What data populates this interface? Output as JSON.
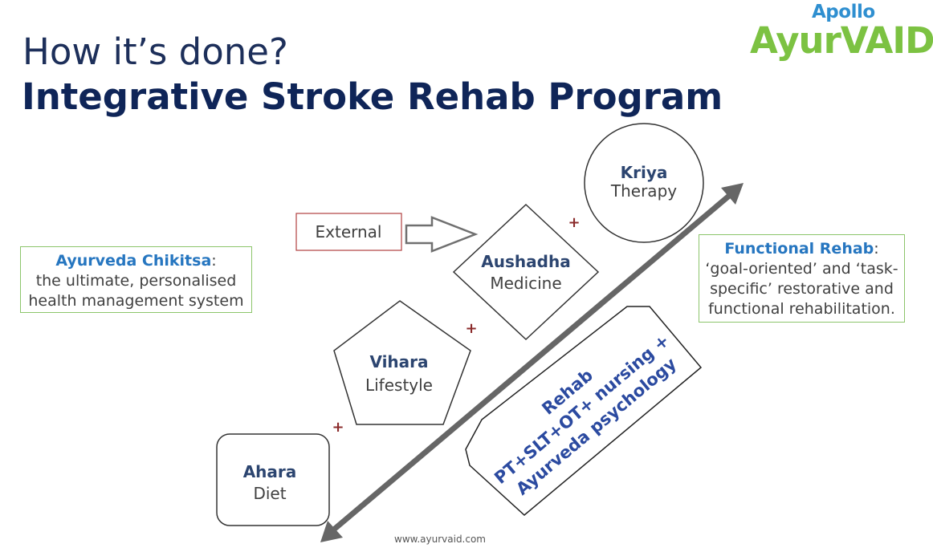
{
  "title": {
    "line1": "How it’s done?",
    "line2": "Integrative Stroke Rehab Program"
  },
  "logo": {
    "top": "Apollo",
    "main": "AyurVAID:"
  },
  "left_box": {
    "heading": "Ayurveda Chikitsa",
    "suffix": ":",
    "line1": "the ultimate, personalised",
    "line2": "health management system"
  },
  "right_box": {
    "heading": "Functional Rehab",
    "suffix": ":",
    "line1": "‘goal-oriented’ and ‘task-",
    "line2": "specific’ restorative and",
    "line3": "functional rehabilitation."
  },
  "nodes": {
    "external": "External",
    "kriya": {
      "title": "Kriya",
      "sub": "Therapy"
    },
    "aushadha": {
      "title": "Aushadha",
      "sub": "Medicine"
    },
    "vihara": {
      "title": "Vihara",
      "sub": "Lifestyle"
    },
    "ahara": {
      "title": "Ahara",
      "sub": "Diet"
    }
  },
  "plus": "+",
  "rehab": {
    "line1": "Rehab",
    "line2": "PT+SLT+OT+ nursing +",
    "line3": "Ayurveda psychology"
  },
  "footer": "www.ayurvaid.com",
  "colors": {
    "title_navy": "#0f2558",
    "logo_green": "#7cc242",
    "logo_blue": "#2f8fd0",
    "highlight_blue": "#2676c0",
    "box_border_green": "#8cc56b",
    "external_border_red": "#b04040",
    "arrow_gray": "#666666"
  }
}
